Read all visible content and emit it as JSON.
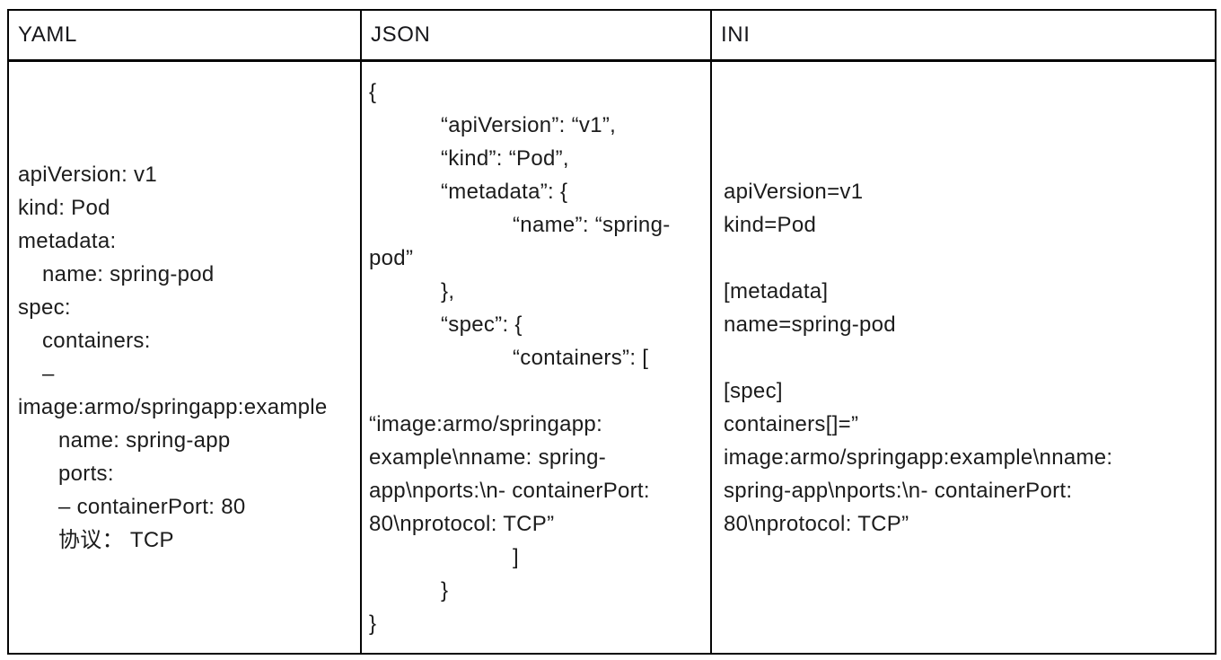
{
  "table": {
    "border_color": "#050505",
    "text_color": "#1c1c1c",
    "columns": [
      {
        "header": "YAML",
        "lines": [
          {
            "indent": 0,
            "text": "apiVersion: v1"
          },
          {
            "indent": 0,
            "text": "kind: Pod"
          },
          {
            "indent": 0,
            "text": "metadata:"
          },
          {
            "indent": 27,
            "text": "name: spring-pod"
          },
          {
            "indent": 0,
            "text": "spec:"
          },
          {
            "indent": 27,
            "text": "containers:"
          },
          {
            "indent": 27,
            "text": "–"
          },
          {
            "indent": 0,
            "text": "image:armo/springapp:example"
          },
          {
            "indent": 45,
            "text": "name: spring-app"
          },
          {
            "indent": 45,
            "text": "ports:"
          },
          {
            "indent": 45,
            "text": "– containerPort: 80"
          },
          {
            "indent": 45,
            "text": "协议： TCP"
          }
        ]
      },
      {
        "header": "JSON",
        "lines": [
          {
            "indent": 0,
            "text": "{"
          },
          {
            "indent": 80,
            "text": "“apiVersion”: “v1”,"
          },
          {
            "indent": 80,
            "text": "“kind”: “Pod”,"
          },
          {
            "indent": 80,
            "text": "“metadata”: {"
          },
          {
            "indent": 160,
            "text": "“name”: “spring-"
          },
          {
            "indent": 0,
            "text": "pod”"
          },
          {
            "indent": 80,
            "text": "},"
          },
          {
            "indent": 80,
            "text": "“spec”: {"
          },
          {
            "indent": 160,
            "text": "“containers”: ["
          },
          {
            "indent": 0,
            "text": ""
          },
          {
            "indent": 0,
            "text": "“image:armo/springapp:"
          },
          {
            "indent": 0,
            "text": "example\\nname: spring-"
          },
          {
            "indent": 0,
            "text": "app\\nports:\\n- containerPort:"
          },
          {
            "indent": 0,
            "text": "80\\nprotocol: TCP”"
          },
          {
            "indent": 160,
            "text": "]"
          },
          {
            "indent": 80,
            "text": "}"
          },
          {
            "indent": 0,
            "text": "}"
          }
        ]
      },
      {
        "header": "INI",
        "lines": [
          {
            "indent": 0,
            "text": "apiVersion=v1"
          },
          {
            "indent": 0,
            "text": "kind=Pod"
          },
          {
            "indent": 0,
            "text": ""
          },
          {
            "indent": 0,
            "text": "[metadata]"
          },
          {
            "indent": 0,
            "text": "name=spring-pod"
          },
          {
            "indent": 0,
            "text": ""
          },
          {
            "indent": 0,
            "text": "[spec]"
          },
          {
            "indent": 0,
            "text": "containers[]=”"
          },
          {
            "indent": 0,
            "text": "image:armo/springapp:example\\nname:"
          },
          {
            "indent": 0,
            "text": "spring-app\\nports:\\n- containerPort:"
          },
          {
            "indent": 0,
            "text": "80\\nprotocol: TCP”"
          }
        ]
      }
    ]
  }
}
